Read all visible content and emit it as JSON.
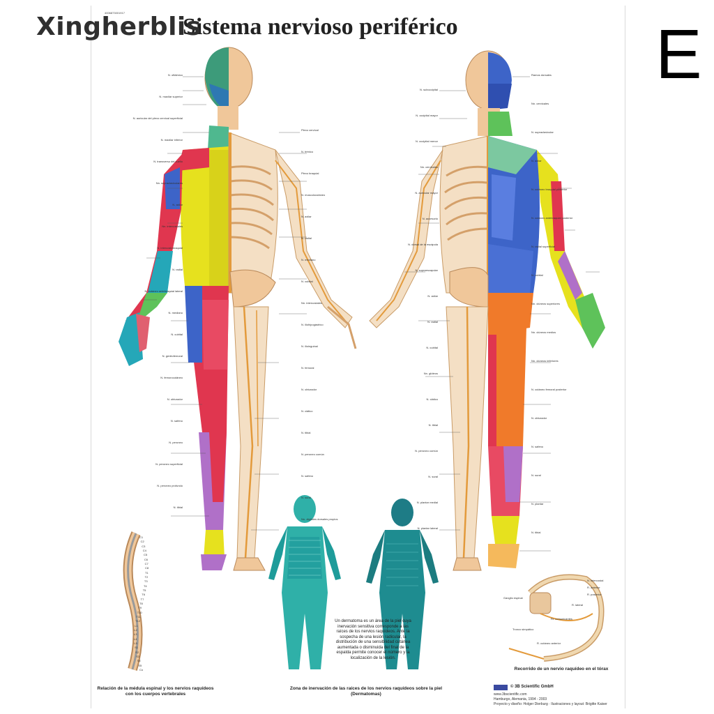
{
  "watermark": "Xingherblis",
  "poster": {
    "title": "Sistema nervioso periférico",
    "code": "4006873001917",
    "corner_letter": "E",
    "captions": {
      "spine": "Relación de la médula espinal y los nervios raquídeos con los cuerpos vertebrales",
      "dermatomes": "Zona de inervación de las raíces de los nervios raquídeos sobre la piel (Dermatomas)",
      "thorax": "Recorrido de un nervio raquídeo en el tórax"
    },
    "dermatome_text": "Un dermatoma es un área de la piel cuya inervación sensitiva corresponde a las raíces de los nervios raquídeos. Ante la sospecha de una lesión radicular, la distribución de una sensibilidad cutánea aumentada o disminuida del final de la espalda permite conocer el número y la localización de la lesión.",
    "publisher": {
      "name": "© 3B Scientific GmbH",
      "url": "www.3bscientific.com",
      "city": "Hamburgo, Alemania, 1994 - 2003",
      "credits": "Proyecto y diseño: Holger Dierburg · Ilustraciones y layout: Brigitte Kaiser"
    }
  },
  "front_labels": [
    "N. oftálmico",
    "N. maxilar superior",
    "N. auricular del plexo cervical superficial",
    "N. maxilar inferior",
    "N. transverso del cuello",
    "Nn. supraclaviculares",
    "N. axilar",
    "Nn. intercostales",
    "N. intercostobraquial",
    "N. radial",
    "N. cutáneo antebraquial lateral",
    "N. mediano",
    "N. cubital",
    "N. genitofemoral",
    "N. femorocutáneo",
    "N. obturador",
    "N. safeno",
    "N. peroneo",
    "N. peroneo superficial",
    "N. peroneo profundo",
    "N. tibial"
  ],
  "right_front_labels": [
    "Plexo cervical",
    "N. frénico",
    "Plexo braquial",
    "N. musculocutáneo",
    "N. axilar",
    "N. radial",
    "N. mediano",
    "N. cubital",
    "Nn. intercostales",
    "N. iliohipogástrico",
    "N. ilioinguinal",
    "N. femoral",
    "N. obturador",
    "N. ciático",
    "N. tibial",
    "N. peroneo común",
    "N. safeno",
    "N. sural",
    "Nn. digitales dorsales propios"
  ],
  "back_labels": [
    "N. suboccipital",
    "N. occipital mayor",
    "N. occipital menor",
    "Nn. cervicales",
    "N. auricular mayor",
    "N. accesorio",
    "N. dorsal de la escápula",
    "N. supraescapular",
    "N. axilar",
    "N. radial",
    "N. cubital",
    "Nn. glúteos",
    "N. ciático",
    "N. tibial",
    "N. peroneo común",
    "N. sural",
    "N. plantar medial",
    "N. plantar lateral"
  ],
  "right_back_labels": [
    "Ramos dorsales",
    "Nn. cervicales",
    "N. supraclavicular",
    "N. axilar",
    "N. cutáneo braquial posterior",
    "N. cutáneo antebraquial posterior",
    "N. radial superficial",
    "N. cubital",
    "Nn. clúneos superiores",
    "Nn. clúneos medios",
    "Nn. clúneos inferiores",
    "N. cutáneo femoral posterior",
    "N. obturador",
    "N. safeno",
    "N. sural",
    "N. plantar",
    "N. tibial"
  ],
  "thorax_labels": [
    "N. intercostal",
    "R. anterior",
    "R. posterior",
    "R. lateral",
    "Ganglio espinal",
    "Rr. comunicantes",
    "Tronco simpático",
    "R. cutáneo anterior"
  ],
  "spine_labels": [
    "C1",
    "C2",
    "C3",
    "C4",
    "C5",
    "C6",
    "C7",
    "C8",
    "T1",
    "T2",
    "T3",
    "T4",
    "T5",
    "T6",
    "T7",
    "T8",
    "T9",
    "T10",
    "T11",
    "T12",
    "L1",
    "L2",
    "L3",
    "L4",
    "L5",
    "S1",
    "S2",
    "S3",
    "S4",
    "S5",
    "Co"
  ],
  "colors": {
    "bone": "#f0c79a",
    "nerve": "#e39a3b",
    "dermatome_dark": "#1e7c86",
    "dermatome_light": "#2fb0a8",
    "yellow": "#e6e11e",
    "red": "#e0364f",
    "blue": "#3d64c8",
    "green": "#5ec25a",
    "purple": "#b070c8",
    "teal": "#25a7b8",
    "orange": "#f07a2a"
  }
}
